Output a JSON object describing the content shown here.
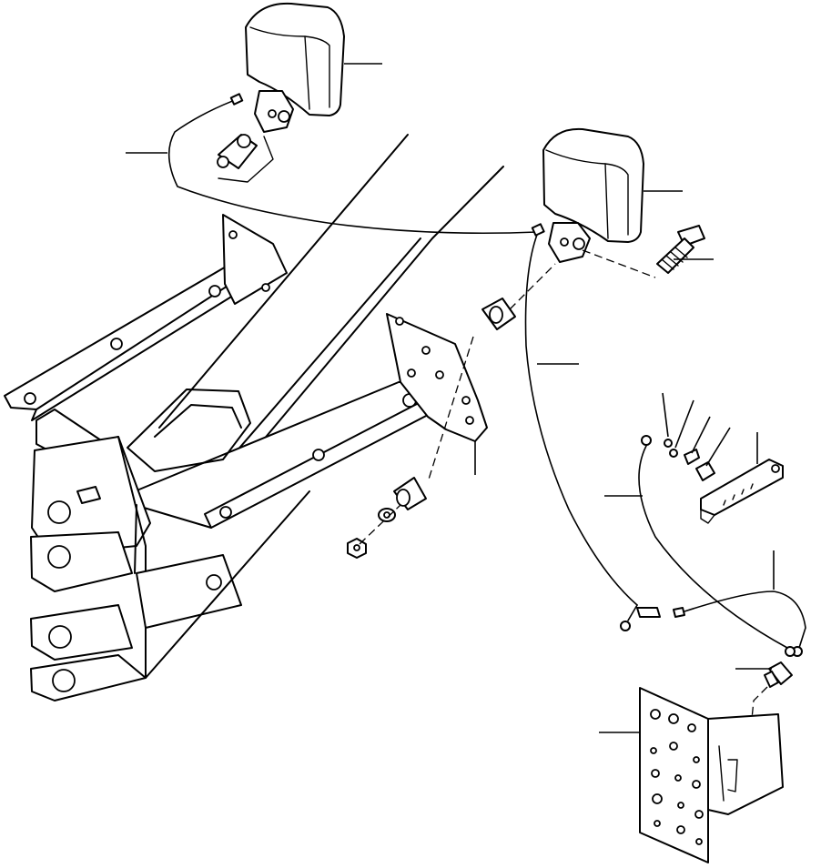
{
  "figure": {
    "type": "exploded-parts-diagram",
    "callout_count": 15,
    "callouts": [
      {
        "id": "work-lamp-upper"
      },
      {
        "id": "lamp-wire-harness"
      },
      {
        "id": "lamp-bulb"
      },
      {
        "id": "work-lamp-lower"
      },
      {
        "id": "mounting-bolt"
      },
      {
        "id": "lamp-wire-lower"
      },
      {
        "id": "mounting-bracket"
      },
      {
        "id": "washer"
      },
      {
        "id": "lock-washer"
      },
      {
        "id": "clip"
      },
      {
        "id": "fuse"
      },
      {
        "id": "fuse-holder"
      },
      {
        "id": "wire-harness-side"
      },
      {
        "id": "ground-wire"
      },
      {
        "id": "lamp-switch"
      },
      {
        "id": "instrument-panel"
      }
    ]
  }
}
